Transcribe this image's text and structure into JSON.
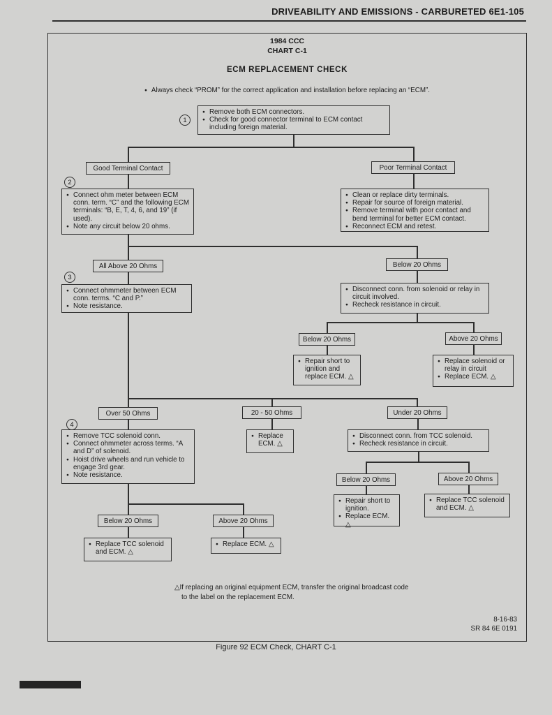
{
  "page": {
    "header": "DRIVEABILITY AND EMISSIONS - CARBURETED 6E1-105",
    "figure_caption": "Figure 92 ECM Check, CHART C-1",
    "revision_date": "8-16-83",
    "revision_code": "SR 84 6E 0191"
  },
  "chart": {
    "title_line1": "1984 CCC",
    "title_line2": "CHART C-1",
    "heading": "ECM REPLACEMENT CHECK",
    "intro": "Always check “PROM” for the correct application and installation before replacing an “ECM”.",
    "labels": {
      "good_terminal": "Good Terminal Contact",
      "poor_terminal": "Poor Terminal Contact",
      "all_above_20": "All Above 20 Ohms",
      "below_20": "Below 20 Ohms",
      "above_20": "Above 20 Ohms",
      "over_50": "Over 50 Ohms",
      "range_20_50": "20 - 50 Ohms",
      "under_20": "Under 20 Ohms"
    },
    "nodes": {
      "step1": {
        "number": "1",
        "items": [
          "Remove both ECM connectors.",
          "Check for good connector terminal to ECM contact including foreign material."
        ]
      },
      "step2": {
        "number": "2",
        "items": [
          "Connect ohm meter between ECM conn. term. “C” and the following ECM terminals: “B, E, T, 4, 6, and 19” (if used).",
          "Note any circuit below 20 ohms."
        ]
      },
      "poor_terminal_fix": {
        "items": [
          "Clean or replace dirty terminals.",
          "Repair for source of foreign material.",
          "Remove terminal with poor contact and bend terminal for better ECM contact.",
          "Reconnect ECM and retest."
        ]
      },
      "step3": {
        "number": "3",
        "items": [
          "Connect ohmmeter between ECM conn. terms. “C and P.”",
          "Note resistance."
        ]
      },
      "solenoid_recheck": {
        "items": [
          "Disconnect conn. from solenoid or relay in circuit involved.",
          "Recheck resistance in circuit."
        ]
      },
      "repair_short_relay": {
        "items": [
          "Repair short to ignition and replace ECM. △"
        ]
      },
      "replace_solenoid_relay": {
        "items": [
          "Replace solenoid or relay in circuit",
          "Replace ECM. △"
        ]
      },
      "step4": {
        "number": "4",
        "items": [
          "Remove TCC solenoid conn.",
          "Connect ohmmeter across terms. “A and D” of solenoid.",
          "Hoist drive wheels and run vehicle to engage 3rd gear.",
          "Note resistance."
        ]
      },
      "replace_ecm": {
        "items": [
          "Replace ECM. △"
        ]
      },
      "tcc_recheck": {
        "items": [
          "Disconnect conn. from TCC solenoid.",
          "Recheck resistance in circuit."
        ]
      },
      "repair_short_tcc": {
        "items": [
          "Repair short to ignition.",
          "Replace ECM. △"
        ]
      },
      "replace_tcc_and_ecm": {
        "items": [
          "Replace TCC solenoid and ECM. △"
        ]
      }
    },
    "footnote": {
      "line1": "△If replacing an original equipment ECM, transfer the original broadcast code",
      "line2": "to the label on the replacement ECM."
    }
  },
  "colors": {
    "ink": "#1d1d1d",
    "paper": "#d2d2d0"
  }
}
